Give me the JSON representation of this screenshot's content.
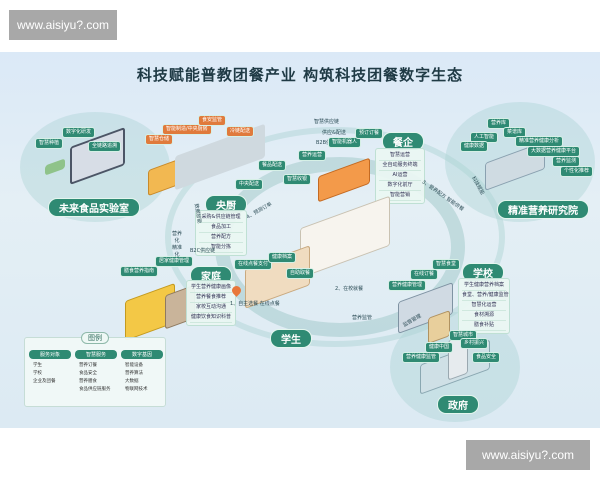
{
  "watermark": {
    "top": "www.aisiyu?.com",
    "bottom": "www.aisiyu?.com"
  },
  "title": "科技赋能普教团餐产业  构筑科技团餐数字生态",
  "nodes": {
    "lab": {
      "label": "未来食品实验室",
      "tags": [
        "数字化研发",
        "智慧种植",
        "全链路追溯"
      ]
    },
    "central_kitchen": {
      "label": "央厨",
      "tags": [
        "智慧仓储",
        "智能制造/中央厨房",
        "食安监管",
        "冷链配送",
        "中央配送"
      ],
      "panel": [
        "采购&供应链管理",
        "食品加工",
        "营养配方",
        "智能分拣"
      ]
    },
    "enterprise": {
      "label": "餐企",
      "tags": [
        "智能机器人",
        "预订订餐",
        "智慧收银",
        "营养运营",
        "餐品配送"
      ],
      "panel": [
        "智慧运营",
        "全自动服务终端",
        "AI运营",
        "数字化前厅",
        "智能营销"
      ]
    },
    "institute": {
      "label": "精准营养研究院",
      "tags": [
        "营养库",
        "菜谱库",
        "人工智能",
        "健康数据",
        "精准营养健康分析",
        "大数据营养健康平台",
        "营养监测",
        "个性化推荐"
      ]
    },
    "school": {
      "label": "学校",
      "tags": [
        "智慧食堂",
        "在线订餐",
        "营养健康管理"
      ],
      "panel": [
        "学生健康营养档案",
        "食堂、营养/健康监管",
        "智慧化运营",
        "食材溯源",
        "膳食补贴"
      ]
    },
    "student": {
      "label": "学生",
      "tags": [
        "健康档案",
        "在线点餐支付",
        "自助取餐"
      ]
    },
    "family": {
      "label": "家庭",
      "tags": [
        "膳食营养指南",
        "居家健康管理"
      ],
      "panel": [
        "学生营养健康画像",
        "营养餐食推荐",
        "家校互动沟通",
        "健康饮食知识科普"
      ]
    },
    "government": {
      "label": "政府",
      "tags": [
        "健康中国",
        "乡村振兴",
        "营养健康监管",
        "食品安全",
        "智慧城市"
      ]
    }
  },
  "flows": {
    "top_arc": [
      "智慧供应链",
      "供应&配送",
      "B2B供应链"
    ],
    "step1": "1、自主选餐  在线点餐",
    "step2": "2、在校就餐",
    "step3": "3、营养配方  智能供餐",
    "step4": "4、预测订单",
    "left_vertical": "数据智能",
    "family_link": [
      "营养化",
      "精准化"
    ],
    "b2c": "B2C供应链",
    "bottom_arc": "营养监管",
    "gov_link": "监督管理",
    "inst_link": "科技赋能"
  },
  "legend": {
    "title": "图例",
    "columns": [
      {
        "head": "服务对象",
        "items": [
          "学生",
          "学校",
          "企业及团餐"
        ]
      },
      {
        "head": "智慧服务",
        "items": [
          "营养订餐",
          "食品安全",
          "营养膳食",
          "食品供应链服务"
        ]
      },
      {
        "head": "数字基因",
        "items": [
          "智能设备",
          "营养算法",
          "大数据",
          "物联网技术"
        ]
      }
    ]
  }
}
